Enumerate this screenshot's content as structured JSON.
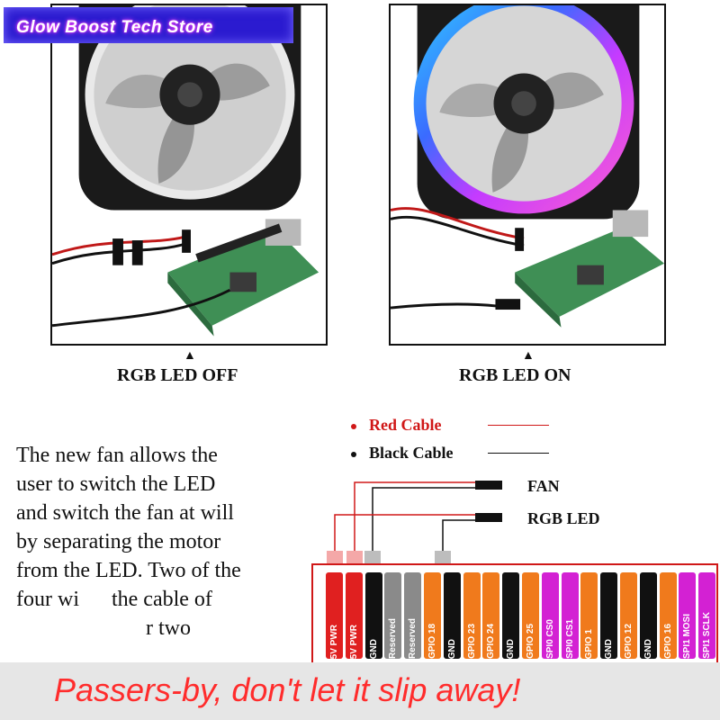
{
  "banner": {
    "title": "Glow Boost Tech Store"
  },
  "panels": {
    "off": {
      "caption": "RGB LED OFF"
    },
    "on": {
      "caption": "RGB LED ON"
    }
  },
  "legend": {
    "red": {
      "label": "Red Cable",
      "color": "#d01818"
    },
    "black": {
      "label": "Black Cable",
      "color": "#111111"
    }
  },
  "connectors": {
    "fan": "FAN",
    "rgb_led": "RGB LED"
  },
  "description": {
    "lines": [
      "The new fan allows the",
      "user to switch the LED",
      "and switch the fan at will",
      "by separating the motor",
      "from the LED. Two of the",
      "four wi      the cable of",
      "                        r two"
    ]
  },
  "pins": [
    {
      "label": "5V PWR",
      "color": "#e02020"
    },
    {
      "label": "5V PWR",
      "color": "#e02020"
    },
    {
      "label": "GND",
      "color": "#111111"
    },
    {
      "label": "Reserved",
      "color": "#8a8a8a"
    },
    {
      "label": "Reserved",
      "color": "#8a8a8a"
    },
    {
      "label": "GPIO 18",
      "color": "#f07a1c"
    },
    {
      "label": "GND",
      "color": "#111111"
    },
    {
      "label": "GPIO 23",
      "color": "#f07a1c"
    },
    {
      "label": "GPIO 24",
      "color": "#f07a1c"
    },
    {
      "label": "GND",
      "color": "#111111"
    },
    {
      "label": "GPIO 25",
      "color": "#f07a1c"
    },
    {
      "label": "SPI0 CS0",
      "color": "#d321d3"
    },
    {
      "label": "SPI0 CS1",
      "color": "#d321d3"
    },
    {
      "label": "GPIO 1",
      "color": "#f07a1c"
    },
    {
      "label": "GND",
      "color": "#111111"
    },
    {
      "label": "GPIO 12",
      "color": "#f07a1c"
    },
    {
      "label": "GND",
      "color": "#111111"
    },
    {
      "label": "GPIO 16",
      "color": "#f07a1c"
    },
    {
      "label": "SPI1 MOSI",
      "color": "#d321d3"
    },
    {
      "label": "SPI1 SCLK",
      "color": "#d321d3"
    }
  ],
  "slogan": {
    "text": "Passers-by, don't let it slip away!",
    "color": "#ff2c2c"
  }
}
